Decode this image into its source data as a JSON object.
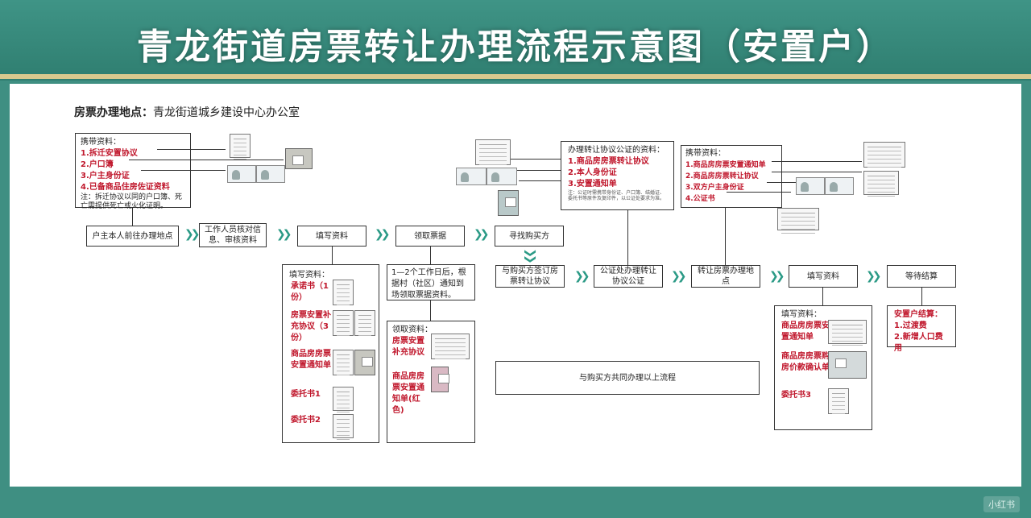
{
  "title": "青龙街道房票转让办理流程示意图（安置户）",
  "address": {
    "label": "房票办理地点：",
    "value": "青龙街道城乡建设中心办公室"
  },
  "carry_box_1": {
    "title": "携带资料：",
    "items": [
      "1.拆迁安置协议",
      "2.户口簿",
      "3.户主身份证",
      "4.已备商品住房佐证资料"
    ],
    "note": "注：拆迁协议以同的户口簿、死亡需提供死亡或火化证明。"
  },
  "steps_row1": [
    "户主本人前往办理地点",
    "工作人员核对信息、审核资料",
    "填写资料",
    "领取票据",
    "寻找购买方"
  ],
  "fill_box_1": {
    "title": "填写资料：",
    "items": [
      "承诺书（1份）",
      "房票安置补充协议（3份）",
      "商品房房票安置通知单",
      "委托书1",
      "委托书2"
    ]
  },
  "receive_note": "1—2个工作日后，根据村（社区）通知到场领取票据资料。",
  "receive_box": {
    "title": "领取资料：",
    "items": [
      "房票安置补充协议",
      "商品房房票安置通知单(红色)"
    ]
  },
  "notary_box": {
    "title": "办理转让协议公证的资料：",
    "items": [
      "1.商品房房票转让协议",
      "2.本人身份证",
      "3.安置通知单"
    ],
    "note": "注：公证时需携带身份证、户口簿、结婚证、委托书等原件及复印件，以公证处要求为准。"
  },
  "carry_box_2": {
    "title": "携带资料：",
    "items": [
      "1.商品房房票安置通知单",
      "2.商品房房票转让协议",
      "3.双方户主身份证",
      "4.公证书"
    ]
  },
  "steps_row2": [
    "与购买方签订房票转让协议",
    "公证处办理转让协议公证",
    "转让房票办理地点",
    "填写资料",
    "等待结算"
  ],
  "together_note": "与购买方共同办理以上流程",
  "fill_box_2": {
    "title": "填写资料：",
    "items": [
      "商品房房票安置通知单",
      "商品房房票购房价款确认单",
      "委托书3"
    ]
  },
  "settle_box": {
    "title": "安置户结算：",
    "items": [
      "1.过渡费",
      "2.新增人口费用"
    ]
  },
  "watermark": "小红书",
  "colors": {
    "banner": "#3f8f82",
    "accent": "#2b9a86",
    "highlight": "#c0172c",
    "gold": "#d8c98e"
  }
}
